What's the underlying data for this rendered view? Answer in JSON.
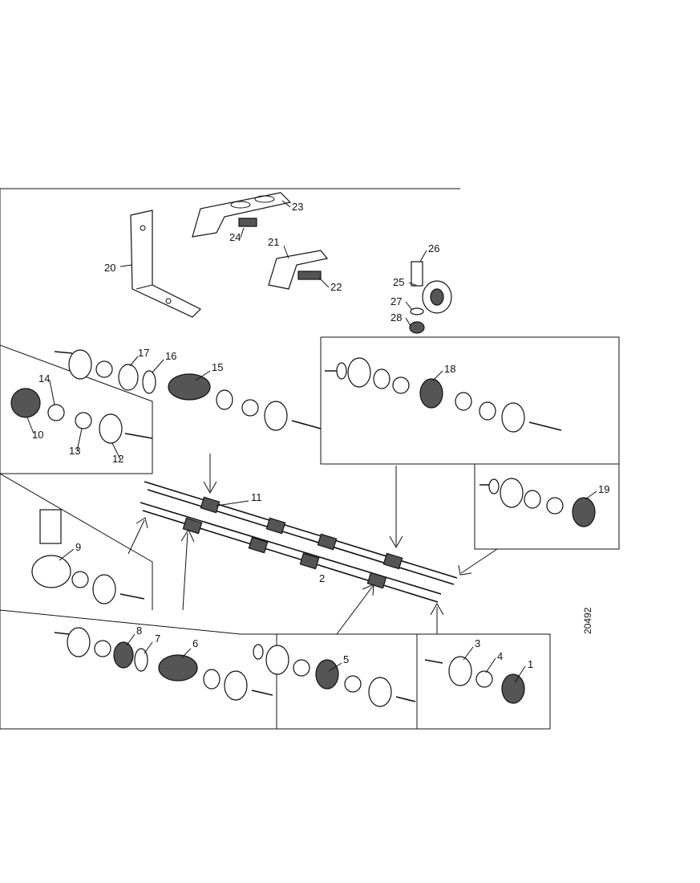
{
  "figure": {
    "drawing_code": "20492",
    "callouts": [
      "1",
      "2",
      "3",
      "4",
      "5",
      "6",
      "7",
      "8",
      "9",
      "10",
      "11",
      "12",
      "13",
      "14",
      "15",
      "16",
      "17",
      "18",
      "19",
      "20",
      "21",
      "22",
      "23",
      "24",
      "25",
      "26",
      "27",
      "28"
    ]
  }
}
